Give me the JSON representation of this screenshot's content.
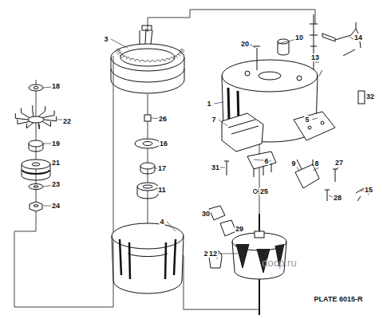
{
  "diagram": {
    "labels": [
      "1",
      "2",
      "3",
      "4",
      "5",
      "6",
      "7",
      "8",
      "9",
      "10",
      "11",
      "12",
      "13",
      "14",
      "15",
      "16",
      "17",
      "18",
      "19",
      "20",
      "21",
      "22",
      "23",
      "24",
      "25",
      "26",
      "27",
      "28",
      "29",
      "30",
      "31",
      "32",
      "PLATE 6015-R",
      "docp.ru"
    ]
  }
}
